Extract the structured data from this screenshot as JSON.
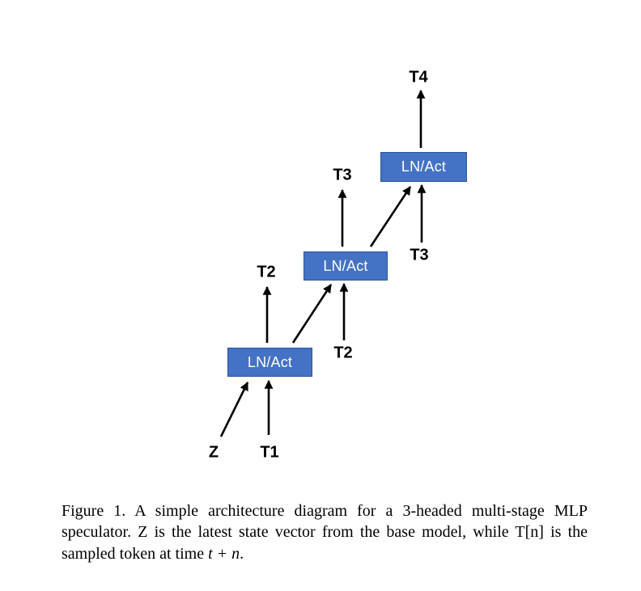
{
  "figure": {
    "nodes": {
      "box_bottom": {
        "label": "LN/Act"
      },
      "box_middle": {
        "label": "LN/Act"
      },
      "box_top": {
        "label": "LN/Act"
      }
    },
    "labels": {
      "t4": "T4",
      "t3_top": "T3",
      "t3_right": "T3",
      "t2_left": "T2",
      "t2_mid": "T2",
      "z": "Z",
      "t1": "T1"
    },
    "colors": {
      "box_fill": "#4472C4",
      "box_border": "#2F5597",
      "box_text": "#FFFFFF",
      "arrow": "#000000"
    }
  },
  "caption": {
    "text_before_math": "Figure 1. A simple architecture diagram for a 3-headed multi-stage MLP speculator. Z is the latest state vector from the base model, while T[n] is the sampled token at time ",
    "math": "t + n",
    "text_after_math": "."
  }
}
